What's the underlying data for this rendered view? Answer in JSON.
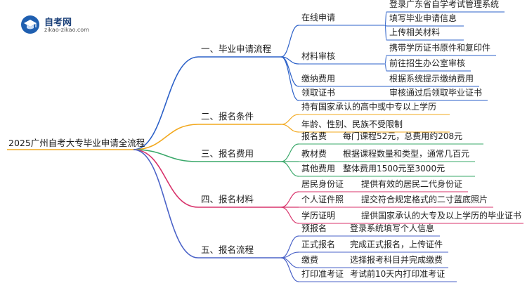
{
  "brand": {
    "name": "自考网",
    "url": "zikao-zikao.com"
  },
  "root": "2025广州自考大专毕业申请全流程",
  "colors": {
    "b1": "#2b60c8",
    "b2": "#f2a81d",
    "b3": "#3aa86a",
    "b4": "#d8336b",
    "b5": "#4b63c8"
  },
  "branches": [
    {
      "label": "一、毕业申请流程",
      "children": [
        {
          "label": "在线申请",
          "children": [
            "登录广东省自学考试管理系统",
            "填写毕业申请信息",
            "上传相关材料"
          ]
        },
        {
          "label": "材料审核",
          "children": [
            "携带学历证书原件和复印件",
            "前往招生办公室审核"
          ]
        },
        {
          "label": "缴纳费用",
          "children": [
            "根据系统提示缴纳费用"
          ]
        },
        {
          "label": "领取证书",
          "children": [
            "审核通过后领取毕业证书"
          ]
        }
      ]
    },
    {
      "label": "二、报名条件",
      "children": [
        {
          "label": "持有国家承认的高中或中专以上学历",
          "children": []
        },
        {
          "label": "年龄、性别、民族不受限制",
          "children": []
        }
      ]
    },
    {
      "label": "三、报名费用",
      "children": [
        {
          "label": "报名费",
          "children": [
            "每门课程52元，总费用约208元"
          ]
        },
        {
          "label": "教材费",
          "children": [
            "根据课程数量和类型，通常几百元"
          ]
        },
        {
          "label": "其他费用",
          "children": [
            "整体费用1500元至3000元"
          ]
        }
      ]
    },
    {
      "label": "四、报名材料",
      "children": [
        {
          "label": "居民身份证",
          "children": [
            "提供有效的居民二代身份证"
          ]
        },
        {
          "label": "个人证件照",
          "children": [
            "提交符合规定格式的二寸蓝底照片"
          ]
        },
        {
          "label": "学历证明",
          "children": [
            "提供国家承认的大专及以上学历的毕业证书"
          ]
        }
      ]
    },
    {
      "label": "五、报名流程",
      "children": [
        {
          "label": "预报名",
          "children": [
            "登录系统填写个人信息"
          ]
        },
        {
          "label": "正式报名",
          "children": [
            "完成正式报名，上传证件"
          ]
        },
        {
          "label": "缴费",
          "children": [
            "选择报考科目并完成缴费"
          ]
        },
        {
          "label": "打印准考证",
          "children": [
            "考试前10天内打印准考证"
          ]
        }
      ]
    }
  ]
}
